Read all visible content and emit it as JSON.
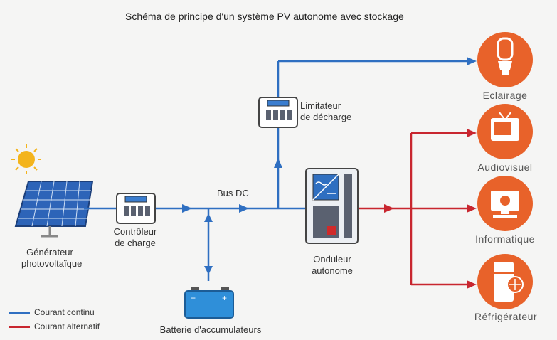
{
  "title": "Schéma de principe d'un système PV autonome avec stockage",
  "components": {
    "generator": [
      "Générateur",
      "photovoltaïque"
    ],
    "controller": [
      "Contrôleur",
      "de charge"
    ],
    "bus": "Bus DC",
    "battery": "Batterie d'accumulateurs",
    "limiter": [
      "Limitateur",
      "de décharge"
    ],
    "inverter": [
      "Onduleur",
      "autonome"
    ]
  },
  "appliances": [
    {
      "label": "Eclairage",
      "icon": "light-bulb-icon"
    },
    {
      "label": "Audiovisuel",
      "icon": "television-icon"
    },
    {
      "label": "Informatique",
      "icon": "computer-icon"
    },
    {
      "label": "Réfrigérateur",
      "icon": "refrigerator-icon"
    }
  ],
  "legend": [
    {
      "label": "Courant continu",
      "color": "#2f6fc1"
    },
    {
      "label": "Courant alternatif",
      "color": "#c8262f"
    }
  ],
  "colors": {
    "dc": "#2f6fc1",
    "ac": "#c8262f",
    "appliance": "#e8622a"
  }
}
